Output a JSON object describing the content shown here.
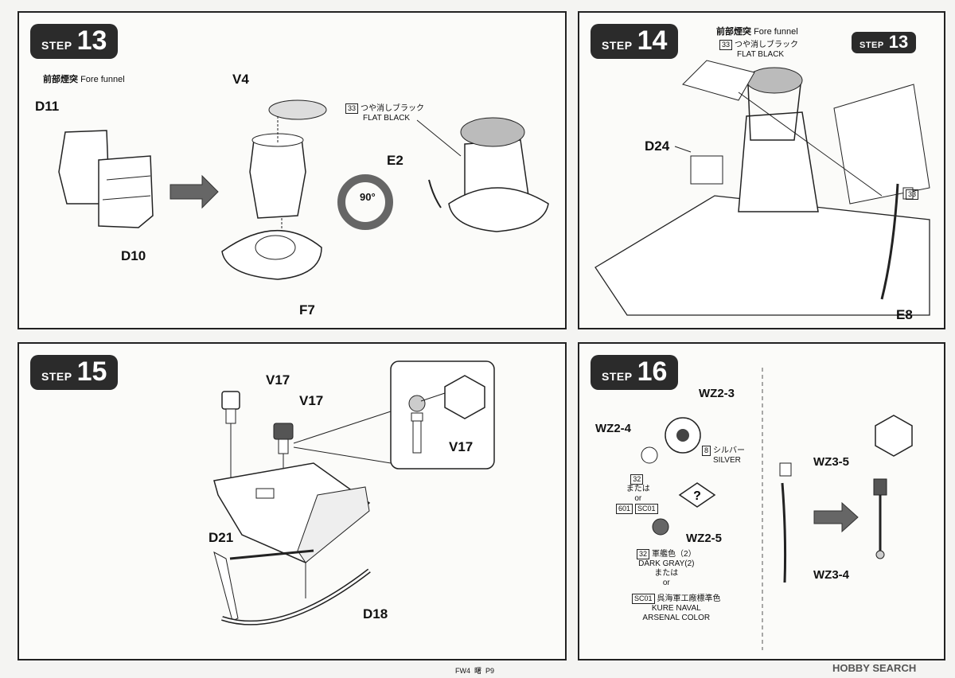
{
  "steps": {
    "s13": {
      "word": "STEP",
      "num": "13",
      "subtitle_jp": "前部煙突",
      "subtitle_en": "Fore funnel",
      "parts": {
        "d11": "D11",
        "d10": "D10",
        "v4": "V4",
        "f7": "F7",
        "e2": "E2"
      },
      "rotation": "90°",
      "paint": {
        "code": "33",
        "jp": "つや消しブラック",
        "en": "FLAT BLACK"
      }
    },
    "s14": {
      "word": "STEP",
      "num": "14",
      "subtitle_jp": "前部煙突",
      "subtitle_en": "Fore funnel",
      "paint": {
        "code": "33",
        "jp": "つや消しブラック",
        "en": "FLAT BLACK"
      },
      "ref_step": {
        "word": "STEP",
        "num": "13"
      },
      "parts": {
        "d24": "D24",
        "e8": "E8"
      },
      "paint_tag": "33"
    },
    "s15": {
      "word": "STEP",
      "num": "15",
      "parts": {
        "v17a": "V17",
        "v17b": "V17",
        "v17c": "V17",
        "d21": "D21",
        "d18": "D18"
      }
    },
    "s16": {
      "word": "STEP",
      "num": "16",
      "parts": {
        "wz23": "WZ2-3",
        "wz24": "WZ2-4",
        "wz25": "WZ2-5",
        "wz35": "WZ3-5",
        "wz34": "WZ3-4"
      },
      "silver": {
        "code": "8",
        "jp": "シルバー",
        "en": "SILVER"
      },
      "alt1": {
        "code": "32",
        "jp": "または",
        "en": "or",
        "c601": "601",
        "sc01": "SC01"
      },
      "dark": {
        "code": "32",
        "jp": "軍艦色（2）",
        "en": "DARK GRAY(2)",
        "or_jp": "または",
        "or_en": "or"
      },
      "kure": {
        "code": "SC01",
        "jp": "呉海軍工廠標準色",
        "en1": "KURE NAVAL",
        "en2": "ARSENAL COLOR"
      }
    }
  },
  "footer": {
    "code": "FW4",
    "kanji": "曙",
    "page": "P9"
  },
  "watermark": "HOBBY SEARCH"
}
